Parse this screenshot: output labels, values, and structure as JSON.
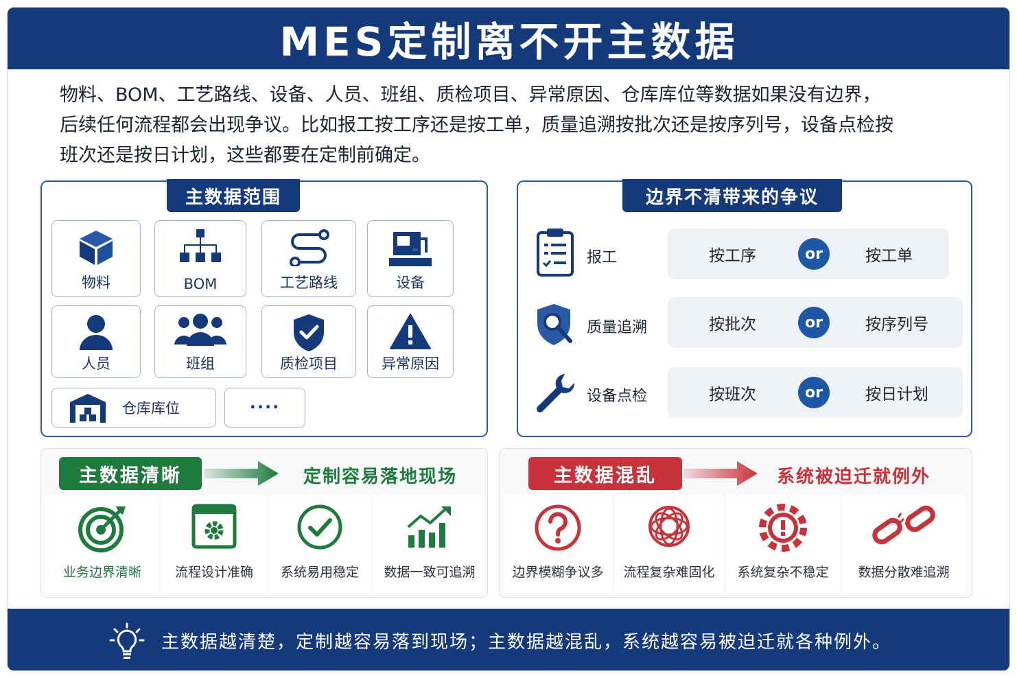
{
  "header": {
    "title": "MES定制离不开主数据"
  },
  "intro": {
    "lines": [
      "物料、BOM、工艺路线、设备、人员、班组、质检项目、异常原因、仓库库位等数据如果没有边界，",
      "后续任何流程都会出现争议。比如报工按工序还是按工单，质量追溯按批次还是按序列号，设备点检按",
      "班次还是按日计划，这些都要在定制前确定。"
    ]
  },
  "master_data": {
    "title": "主数据范围",
    "tiles": [
      {
        "label": "物料",
        "icon": "cube-icon"
      },
      {
        "label": "BOM",
        "icon": "hierarchy-icon"
      },
      {
        "label": "工艺路线",
        "icon": "route-icon"
      },
      {
        "label": "设备",
        "icon": "machine-icon"
      },
      {
        "label": "人员",
        "icon": "person-icon"
      },
      {
        "label": "班组",
        "icon": "team-icon"
      },
      {
        "label": "质检项目",
        "icon": "shield-check-icon"
      },
      {
        "label": "异常原因",
        "icon": "warning-icon"
      },
      {
        "label": "仓库库位",
        "icon": "warehouse-icon"
      },
      {
        "label": "....",
        "icon": ""
      }
    ]
  },
  "disputes": {
    "title": "边界不清带来的争议",
    "or_label": "or",
    "rows": [
      {
        "label": "报工",
        "left": "按工序",
        "right": "按工单",
        "icon": "clipboard-icon"
      },
      {
        "label": "质量追溯",
        "left": "按批次",
        "right": "按序列号",
        "icon": "shield-search-icon"
      },
      {
        "label": "设备点检",
        "left": "按班次",
        "right": "按日计划",
        "icon": "wrench-icon"
      }
    ]
  },
  "clear": {
    "tag": "主数据清晰",
    "result": "定制容易落地现场",
    "color": "#1f7a3e",
    "items": [
      {
        "label": "业务边界清晰",
        "icon": "target-icon"
      },
      {
        "label": "流程设计准确",
        "icon": "gear-window-icon"
      },
      {
        "label": "系统易用稳定",
        "icon": "check-circle-icon"
      },
      {
        "label": "数据一致可追溯",
        "icon": "growth-chart-icon"
      }
    ]
  },
  "chaos": {
    "tag": "主数据混乱",
    "result": "系统被迫迁就例外",
    "color": "#c8323a",
    "items": [
      {
        "label": "边界模糊争议多",
        "icon": "question-icon"
      },
      {
        "label": "流程复杂难固化",
        "icon": "tangle-icon"
      },
      {
        "label": "系统复杂不稳定",
        "icon": "gear-alert-icon"
      },
      {
        "label": "数据分散难追溯",
        "icon": "broken-chain-icon"
      }
    ]
  },
  "footer": {
    "text": "主数据越清楚，定制越容易落到现场；主数据越混乱，系统越容易被迫迁就各种例外。",
    "icon": "lightbulb-icon"
  }
}
